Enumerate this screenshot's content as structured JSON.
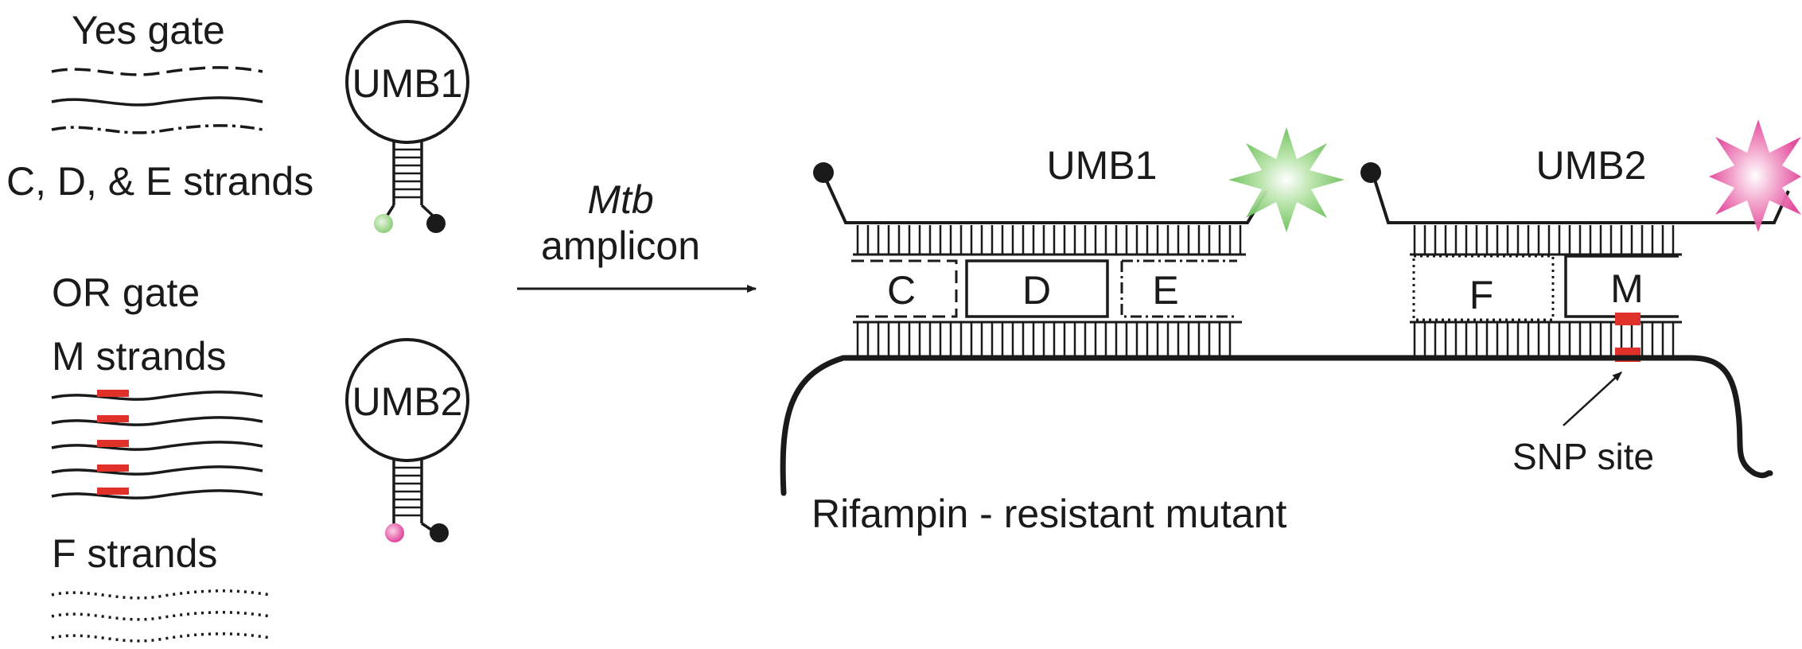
{
  "labels": {
    "yes_gate": "Yes gate",
    "cde_strands": "C, D, & E strands",
    "or_gate": "OR gate",
    "m_strands": "M strands",
    "f_strands": "F strands",
    "umb1_probe": "UMB1",
    "umb2_probe": "UMB2",
    "arrow_italic": "Mtb",
    "arrow_plain": "amplicon",
    "complex_umb1": "UMB1",
    "complex_umb2": "UMB2",
    "box_c": "C",
    "box_d": "D",
    "box_e": "E",
    "box_f": "F",
    "box_m": "M",
    "snp_site": "SNP site",
    "mutant": "Rifampin - resistant mutant"
  },
  "colors": {
    "line": "#1a1a1a",
    "snp_red": "#e0302a",
    "fluor_green": "#8fce7d",
    "fluor_pink": "#e2449a",
    "quencher": "#1a1a1a"
  }
}
